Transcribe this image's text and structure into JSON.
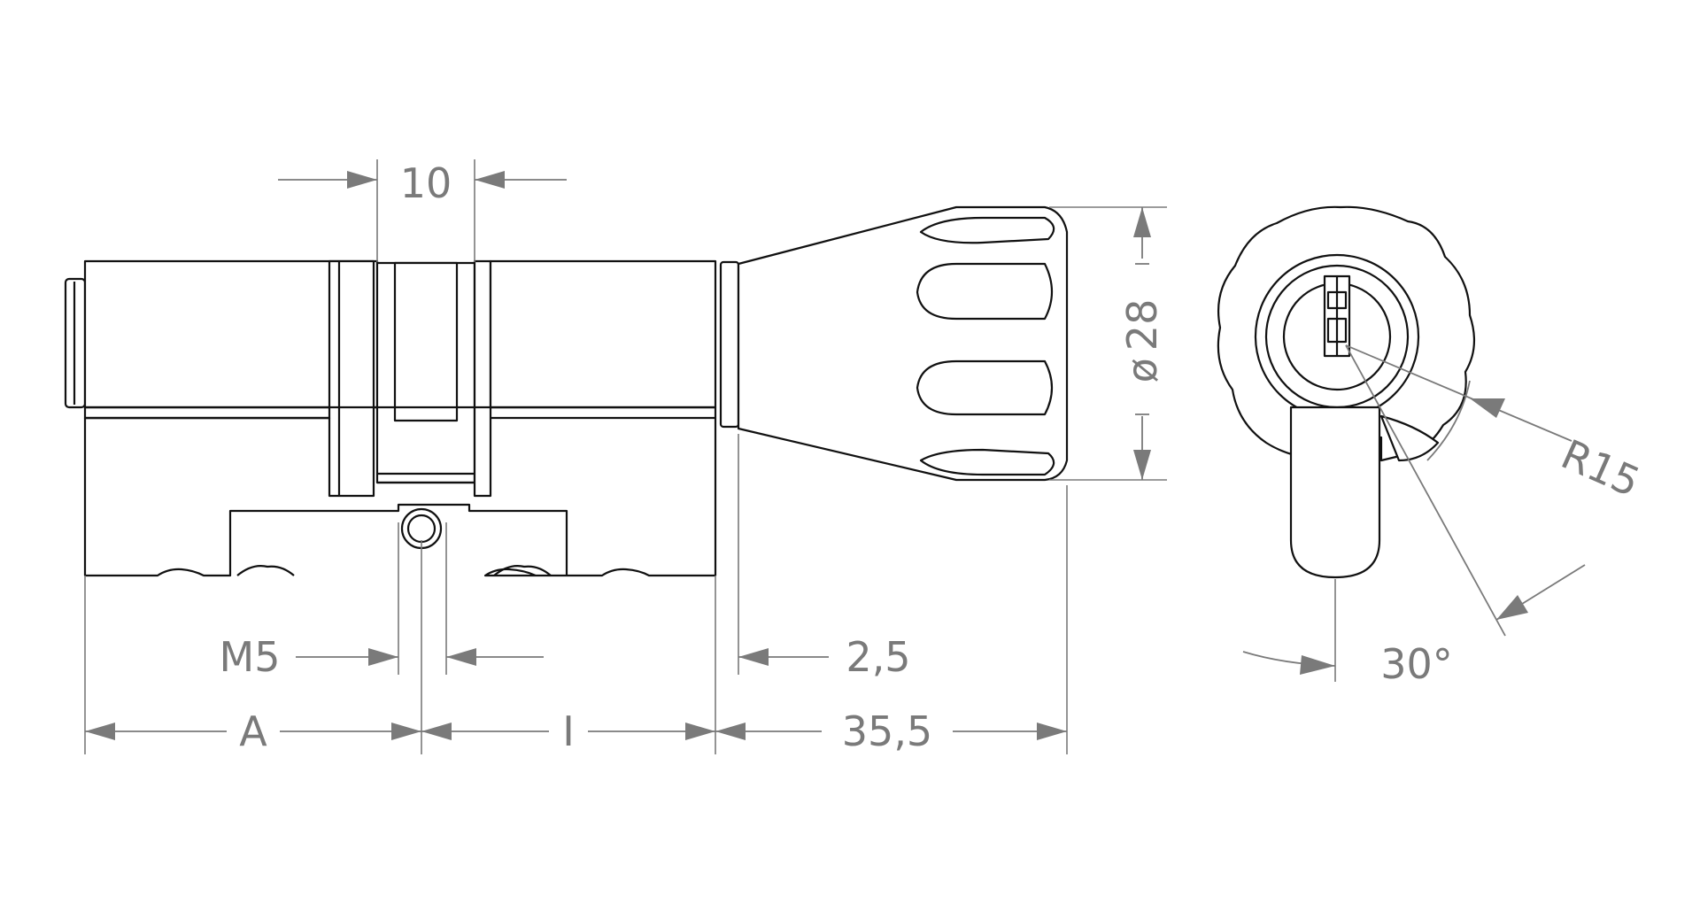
{
  "colors": {
    "outline": "#111111",
    "dimension": "#7a7a7a",
    "background": "#ffffff"
  },
  "dimensions": {
    "cam_width": "10",
    "knob_diameter": "28",
    "diameter_symbol": "ø",
    "cam_radius": "R15",
    "cam_angle": "30°",
    "screw_thread": "M5",
    "flange_gap": "2,5",
    "outer_length": "A",
    "inner_length": "I",
    "knob_length": "35,5"
  }
}
